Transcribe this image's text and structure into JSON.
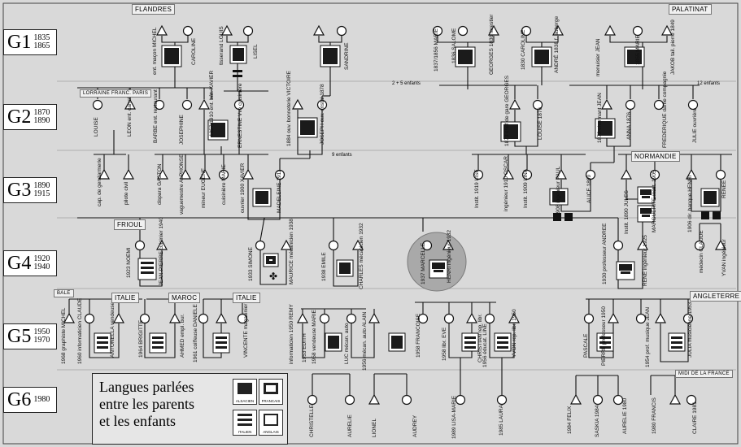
{
  "generations": [
    {
      "label": "G1",
      "years": [
        "1835",
        "1865"
      ]
    },
    {
      "label": "G2",
      "years": [
        "1870",
        "1890"
      ]
    },
    {
      "label": "G3",
      "years": [
        "1890",
        "1915"
      ]
    },
    {
      "label": "G4",
      "years": [
        "1920",
        "1940"
      ]
    },
    {
      "label": "G5",
      "years": [
        "1950",
        "1970"
      ]
    },
    {
      "label": "G6",
      "years": [
        "1980"
      ]
    }
  ],
  "regions": [
    "FLANDRES",
    "PALATINAT",
    "LORRAINE FRANC. PARIS",
    "NORMANDIE",
    "FRIOUL",
    "BALE",
    "ITALIE",
    "MAROC",
    "ITALIE",
    "ANGLETERRE",
    "MIDI DE LA FRANCE"
  ],
  "annotations": [
    "2 + 5 enfants",
    "12 enfants",
    "9 enfants"
  ],
  "legend": {
    "title_lines": [
      "Langues parlées",
      "entre les parents",
      "et les enfants"
    ],
    "items": [
      "ALSACIEN",
      "FRANCAIS",
      "ITALIEN",
      "ANGLAIS"
    ]
  },
  "people": [
    "ent. maçon MICHEL",
    "CAROLINE",
    "tisserand LOUIS",
    "LISEL",
    "SANDRINE",
    "1837/1856 MARIE",
    "1836 SALOME",
    "GEORGES 1836 forestier",
    "1830 CAROLINE",
    "ANDRÉ 1838 f. auberge",
    "menuisier JEAN",
    "1855 MARIE",
    "JAKOB tail. pierre 1849",
    "LOUISE",
    "LEON ent. carrelage",
    "BARBE ent. restaurant",
    "JOSEPHINE",
    "1857/1910 ent. bât. XAVIER",
    "ERNESTINE Vve cuisinière",
    "1884 ouv. bonneterie VICTOIRE",
    "JOSEPH ouv. cristal 1878",
    "1873 chef de gare GEORGES",
    "LOUISE 1876",
    "1872 charmant JEAN",
    "ANNA 1876",
    "FREDERIQUE dame compagnie",
    "JULIE ouvrière",
    "cap. de gendarmerie",
    "pilote civil",
    "dispara GASTON",
    "vaguemestre ALPHONSE",
    "mineur EUGENE",
    "cuisinière MARIE",
    "ouvrier 1900 XAVIER",
    "MADELEINE 1911",
    "Instit. 1919 LISE",
    "ingénieur 1910 OSCAR",
    "Instit. 1909 LINA",
    "1908 ingénieur PAUL",
    "ALICE 1899",
    "Instit. 1890 JULES",
    "MARGUERITE instit. 1905",
    "1906 dir. banque HENRI",
    "RENEE",
    "1923 NOEMI",
    "JEAN-PIERRE cuisinier 1940",
    "1933 SIMONE",
    "MAURICE mécanicien 1938",
    "1938 EMILE",
    "CHARLES mécanicien 1932",
    "1937 MARCELLE",
    "HENRI ingénieur 1932",
    "1930 professeur ANDREE",
    "RENE ingénieur 1925",
    "médecin CLAUDE",
    "YVAN ingénieur",
    "1968 graphiste MICHEL",
    "1960 informaticien CLAUDE",
    "ANTONELLA vendeuse",
    "1964 BRIGITTE",
    "AHMED empl. bur.",
    "1961 coiffeuse DANIELE",
    "VINCENTE magasinier",
    "informaticien 1950 REMY",
    "1953 EDITH",
    "1958 vendeuse MARIE",
    "LUC mécan. auto",
    "1956 mécan. auto ALAIN",
    "1958 FRANCOISE",
    "1958 libr. EVE",
    "CHRISTIAN rep. libr.",
    "1956 éducat. LINE",
    "YVON rep. libr. 1950",
    "PASCALE",
    "PIERRE professeur 1950",
    "1954 prof. musique JEAN",
    "JULIA musicienne 1953",
    "CHRISTELLE",
    "AURELIE",
    "LIONEL",
    "AUDREY",
    "1989 LISA-MARIE",
    "1985 LAURA",
    "1984 FELIX",
    "SASKIA 1984",
    "AURELIE 1980",
    "1980 FRANCIS",
    "CLAIRE 1981"
  ]
}
